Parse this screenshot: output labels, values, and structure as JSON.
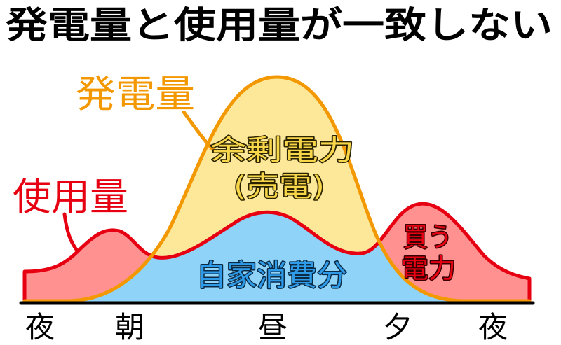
{
  "title": "発電量と使用量が一致しない",
  "labels": {
    "generation": "発電量",
    "usage": "使用量",
    "surplus": [
      "余剰電力",
      "(売電)"
    ],
    "self_consumption": "自家消費分",
    "purchase": [
      "買う",
      "電力"
    ]
  },
  "time_axis": [
    "夜",
    "朝",
    "昼",
    "夕",
    "夜"
  ],
  "colors": {
    "generation_line": "#f39800",
    "generation_fill": "#fde89a",
    "usage_line": "#e60012",
    "usage_fill": "#ff9191",
    "self_consumption_fill": "#8fd3f8",
    "self_consumption_text": "#2f9be8",
    "surplus_text": "#f7d64a",
    "purchase_text": "#e60012",
    "axis": "#000000"
  }
}
